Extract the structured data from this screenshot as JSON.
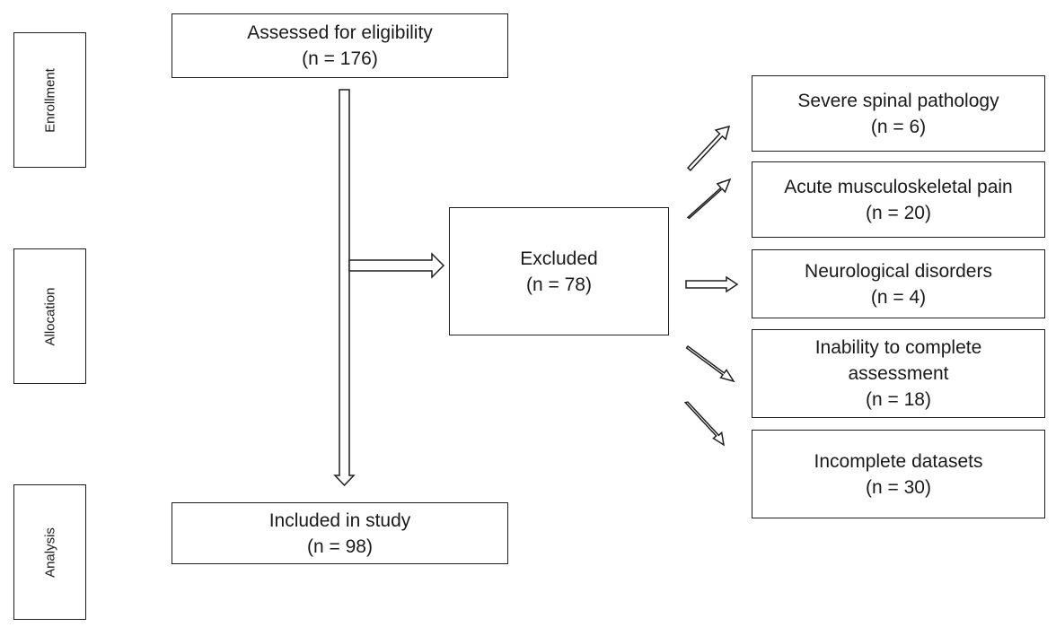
{
  "stages": {
    "enrollment": "Enrollment",
    "allocation": "Allocation",
    "analysis": "Analysis"
  },
  "assessed": {
    "label": "Assessed for eligibility",
    "count": "(n = 176)"
  },
  "excluded": {
    "label": "Excluded",
    "count": "(n = 78)"
  },
  "included": {
    "label": "Included in study",
    "count": "(n = 98)"
  },
  "exclusion_reasons": [
    {
      "lines": [
        "Severe spinal pathology"
      ],
      "count": "(n = 6)"
    },
    {
      "lines": [
        "Acute musculoskeletal pain"
      ],
      "count": "(n = 20)"
    },
    {
      "lines": [
        "Neurological disorders"
      ],
      "count": "(n = 4)"
    },
    {
      "lines": [
        "Inability to complete",
        "assessment"
      ],
      "count": "(n = 18)"
    },
    {
      "lines": [
        "Incomplete datasets"
      ],
      "count": "(n = 30)"
    }
  ]
}
